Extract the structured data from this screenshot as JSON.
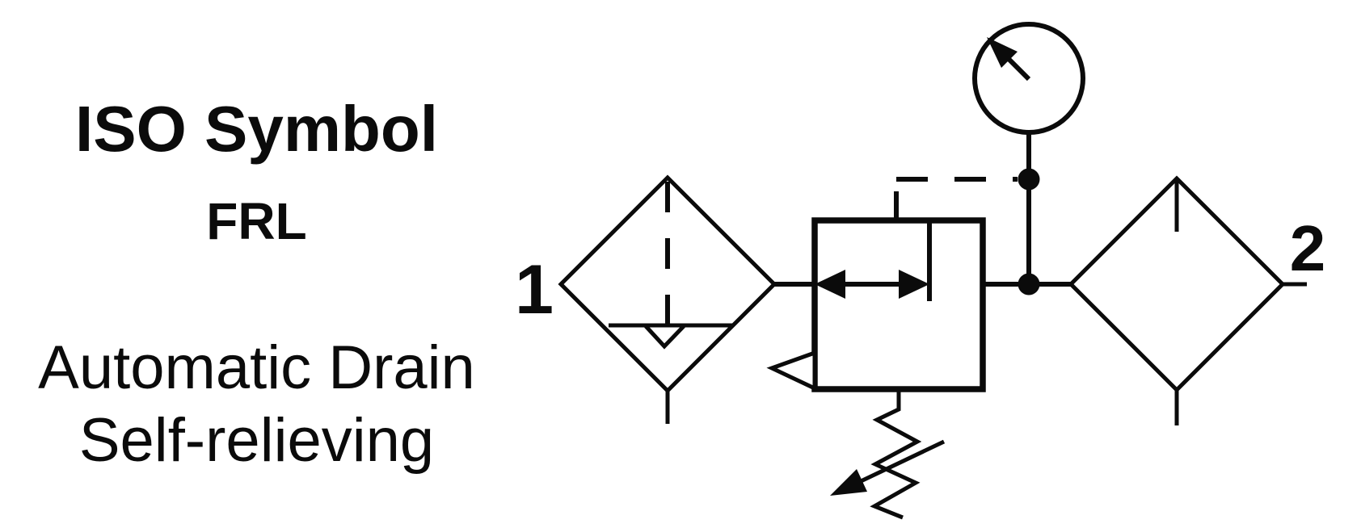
{
  "header": {
    "title": "ISO Symbol",
    "subtitle": "FRL"
  },
  "caption": {
    "line1": "Automatic Drain",
    "line2": "Self-relieving"
  },
  "diagram": {
    "port_inlet_label": "1",
    "port_outlet_label": "2",
    "stroke_color": "#0b0b0b",
    "background_color": "#ffffff",
    "components": {
      "filter": "filter-with-automatic-drain",
      "regulator": "adjustable-self-relieving-pressure-regulator",
      "gauge": "pressure-gauge",
      "lubricator": "lubricator"
    }
  }
}
